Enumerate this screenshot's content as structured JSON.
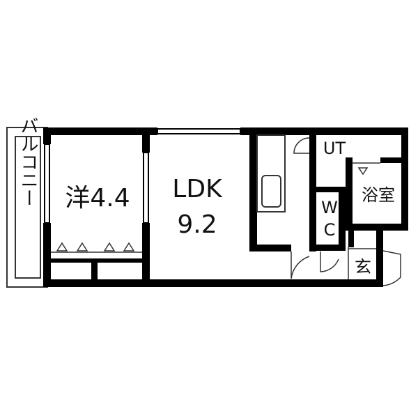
{
  "rooms": {
    "balcony": "バルコニー",
    "western_room": "洋4.4",
    "ldk_name": "LDK",
    "ldk_size": "9.2",
    "utility": "UT",
    "bathroom": "浴室",
    "toilet_w": "W",
    "toilet_c": "C",
    "entrance": "玄"
  },
  "colors": {
    "wall": "#000000",
    "thin_line": "#333333",
    "background": "#ffffff"
  }
}
